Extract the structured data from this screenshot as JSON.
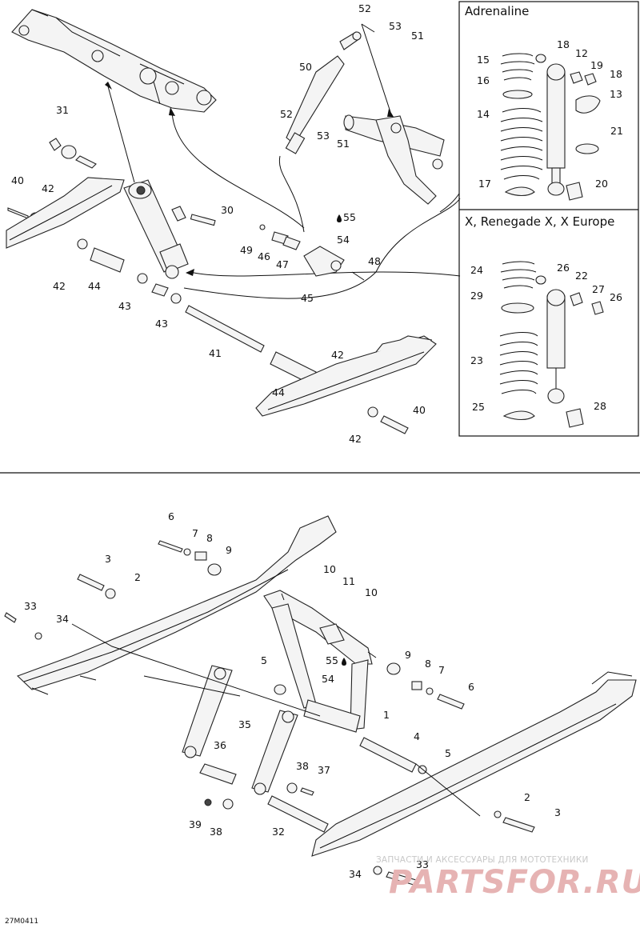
{
  "panels": {
    "adrenaline_title": "Adrenaline",
    "renegade_title": "X, Renegade X, X Europe"
  },
  "callouts": [
    {
      "key": "c52a",
      "label": "52"
    },
    {
      "key": "c53a",
      "label": "53"
    },
    {
      "key": "c51a",
      "label": "51"
    },
    {
      "key": "c50",
      "label": "50"
    },
    {
      "key": "c52b",
      "label": "52"
    },
    {
      "key": "c53b",
      "label": "53"
    },
    {
      "key": "c51b",
      "label": "51"
    },
    {
      "key": "c31",
      "label": "31"
    },
    {
      "key": "c40a",
      "label": "40"
    },
    {
      "key": "c42a",
      "label": "42"
    },
    {
      "key": "c30",
      "label": "30"
    },
    {
      "key": "c55a",
      "label": "55"
    },
    {
      "key": "c54a",
      "label": "54"
    },
    {
      "key": "c49",
      "label": "49"
    },
    {
      "key": "c46",
      "label": "46"
    },
    {
      "key": "c47",
      "label": "47"
    },
    {
      "key": "c48",
      "label": "48"
    },
    {
      "key": "c45",
      "label": "45"
    },
    {
      "key": "c42b",
      "label": "42"
    },
    {
      "key": "c44a",
      "label": "44"
    },
    {
      "key": "c43a",
      "label": "43"
    },
    {
      "key": "c43b",
      "label": "43"
    },
    {
      "key": "c41",
      "label": "41"
    },
    {
      "key": "c42c",
      "label": "42"
    },
    {
      "key": "c44b",
      "label": "44"
    },
    {
      "key": "c40b",
      "label": "40"
    },
    {
      "key": "c42d",
      "label": "42"
    },
    {
      "key": "c15",
      "label": "15"
    },
    {
      "key": "c18a",
      "label": "18"
    },
    {
      "key": "c12",
      "label": "12"
    },
    {
      "key": "c19",
      "label": "19"
    },
    {
      "key": "c18b",
      "label": "18"
    },
    {
      "key": "c16",
      "label": "16"
    },
    {
      "key": "c13",
      "label": "13"
    },
    {
      "key": "c14",
      "label": "14"
    },
    {
      "key": "c21",
      "label": "21"
    },
    {
      "key": "c17",
      "label": "17"
    },
    {
      "key": "c20",
      "label": "20"
    },
    {
      "key": "c24",
      "label": "24"
    },
    {
      "key": "c26a",
      "label": "26"
    },
    {
      "key": "c22",
      "label": "22"
    },
    {
      "key": "c29",
      "label": "29"
    },
    {
      "key": "c27",
      "label": "27"
    },
    {
      "key": "c26b",
      "label": "26"
    },
    {
      "key": "c23",
      "label": "23"
    },
    {
      "key": "c25",
      "label": "25"
    },
    {
      "key": "c28",
      "label": "28"
    },
    {
      "key": "c6a",
      "label": "6"
    },
    {
      "key": "c7a",
      "label": "7"
    },
    {
      "key": "c8a",
      "label": "8"
    },
    {
      "key": "c9a",
      "label": "9"
    },
    {
      "key": "c3a",
      "label": "3"
    },
    {
      "key": "c2a",
      "label": "2"
    },
    {
      "key": "c10a",
      "label": "10"
    },
    {
      "key": "c11",
      "label": "11"
    },
    {
      "key": "c10b",
      "label": "10"
    },
    {
      "key": "c33a",
      "label": "33"
    },
    {
      "key": "c34a",
      "label": "34"
    },
    {
      "key": "c5a",
      "label": "5"
    },
    {
      "key": "c55b",
      "label": "55"
    },
    {
      "key": "c54b",
      "label": "54"
    },
    {
      "key": "c9b",
      "label": "9"
    },
    {
      "key": "c8b",
      "label": "8"
    },
    {
      "key": "c7b",
      "label": "7"
    },
    {
      "key": "c6b",
      "label": "6"
    },
    {
      "key": "c1",
      "label": "1"
    },
    {
      "key": "c35",
      "label": "35"
    },
    {
      "key": "c36",
      "label": "36"
    },
    {
      "key": "c4",
      "label": "4"
    },
    {
      "key": "c5b",
      "label": "5"
    },
    {
      "key": "c38a",
      "label": "38"
    },
    {
      "key": "c37",
      "label": "37"
    },
    {
      "key": "c39",
      "label": "39"
    },
    {
      "key": "c38b",
      "label": "38"
    },
    {
      "key": "c32",
      "label": "32"
    },
    {
      "key": "c2b",
      "label": "2"
    },
    {
      "key": "c3b",
      "label": "3"
    },
    {
      "key": "c33b",
      "label": "33"
    },
    {
      "key": "c34b",
      "label": "34"
    }
  ],
  "footer": {
    "diagram_code": "27M0411",
    "watermark_subtitle": "ЗАПЧАСТИ И АКСЕССУАРЫ ДЛЯ МОТОТЕХНИКИ",
    "watermark_brand": "PARTSFOR.RU"
  }
}
